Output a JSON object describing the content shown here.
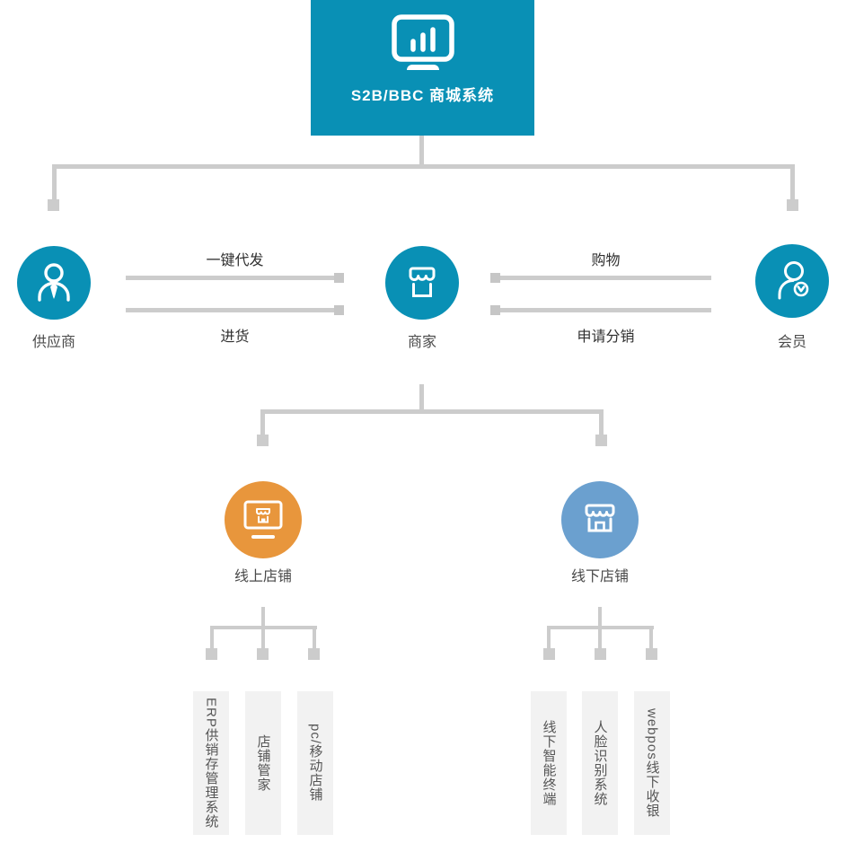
{
  "diagram": {
    "root": {
      "label": "S2B/BBC 商城系统",
      "icon": "monitor-chart-icon",
      "color": "#0990b5"
    },
    "actors": [
      {
        "id": "supplier",
        "label": "供应商",
        "icon": "person-tie-icon",
        "color": "#0990b5"
      },
      {
        "id": "merchant",
        "label": "商家",
        "icon": "storefront-icon",
        "color": "#0990b5"
      },
      {
        "id": "member",
        "label": "会员",
        "icon": "person-vip-icon",
        "color": "#0990b5"
      }
    ],
    "flows": [
      {
        "label": "一键代发",
        "from": "supplier",
        "to": "merchant"
      },
      {
        "label": "进货",
        "from": "supplier",
        "to": "merchant"
      },
      {
        "label": "购物",
        "from": "member",
        "to": "merchant"
      },
      {
        "label": "申请分销",
        "from": "member",
        "to": "merchant"
      }
    ],
    "stores": [
      {
        "id": "online",
        "label": "线上店铺",
        "icon": "online-store-icon",
        "color": "#e8963c",
        "children": [
          "ERP供销存管理系统",
          "店铺管家",
          "pc/移动店铺"
        ]
      },
      {
        "id": "offline",
        "label": "线下店铺",
        "icon": "offline-store-icon",
        "color": "#6ba0cf",
        "children": [
          "线下智能终端",
          "人脸识别系统",
          "webpos线下收银"
        ]
      }
    ],
    "colors": {
      "primary_teal": "#0990b5",
      "online_orange": "#e8963c",
      "offline_blue": "#6ba0cf",
      "connector_gray": "#cccccc",
      "leaf_box_gray": "#f2f2f2"
    }
  }
}
